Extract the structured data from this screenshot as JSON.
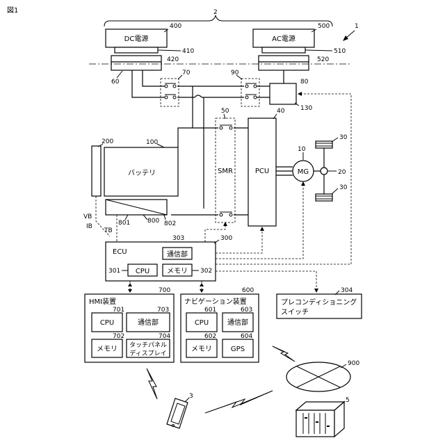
{
  "figure_label": "図1",
  "refs": {
    "r2": "2",
    "r1": "1",
    "r400": "400",
    "r500": "500",
    "r410": "410",
    "r510": "510",
    "r420": "420",
    "r520": "520",
    "r60": "60",
    "r80": "80",
    "r70": "70",
    "r90": "90",
    "r130": "130",
    "r40": "40",
    "r50": "50",
    "r10": "10",
    "r20": "20",
    "r30a": "30",
    "r30b": "30",
    "r200": "200",
    "r100": "100",
    "r801": "801",
    "r800": "800",
    "r802": "802",
    "r300": "300",
    "r303": "303",
    "r301": "301",
    "r302": "302",
    "r700": "700",
    "r701": "701",
    "r703": "703",
    "r702": "702",
    "r704": "704",
    "r600": "600",
    "r601": "601",
    "r603": "603",
    "r602": "602",
    "r604": "604",
    "r304": "304",
    "r900": "900",
    "r3": "3",
    "r5": "5"
  },
  "boxes": {
    "dc_source": "DC電源",
    "ac_source": "AC電源",
    "battery": "バッテリ",
    "smr": "SMR",
    "pcu": "PCU",
    "mg": "MG",
    "ecu": "ECU",
    "ecu_comm": "通信部",
    "ecu_cpu": "CPU",
    "ecu_memory": "メモリ",
    "hmi_title": "HMI装置",
    "hmi_cpu": "CPU",
    "hmi_comm": "通信部",
    "hmi_memory": "メモリ",
    "hmi_display_line1": "タッチパネル",
    "hmi_display_line2": "ディスプレイ",
    "nav_title": "ナビゲーション装置",
    "nav_cpu": "CPU",
    "nav_comm": "通信部",
    "nav_memory": "メモリ",
    "nav_gps": "GPS",
    "precond_line1": "プレコンディショニング",
    "precond_line2": "スイッチ"
  },
  "signals": {
    "vb": "VB",
    "ib": "IB",
    "tb": "TB"
  }
}
